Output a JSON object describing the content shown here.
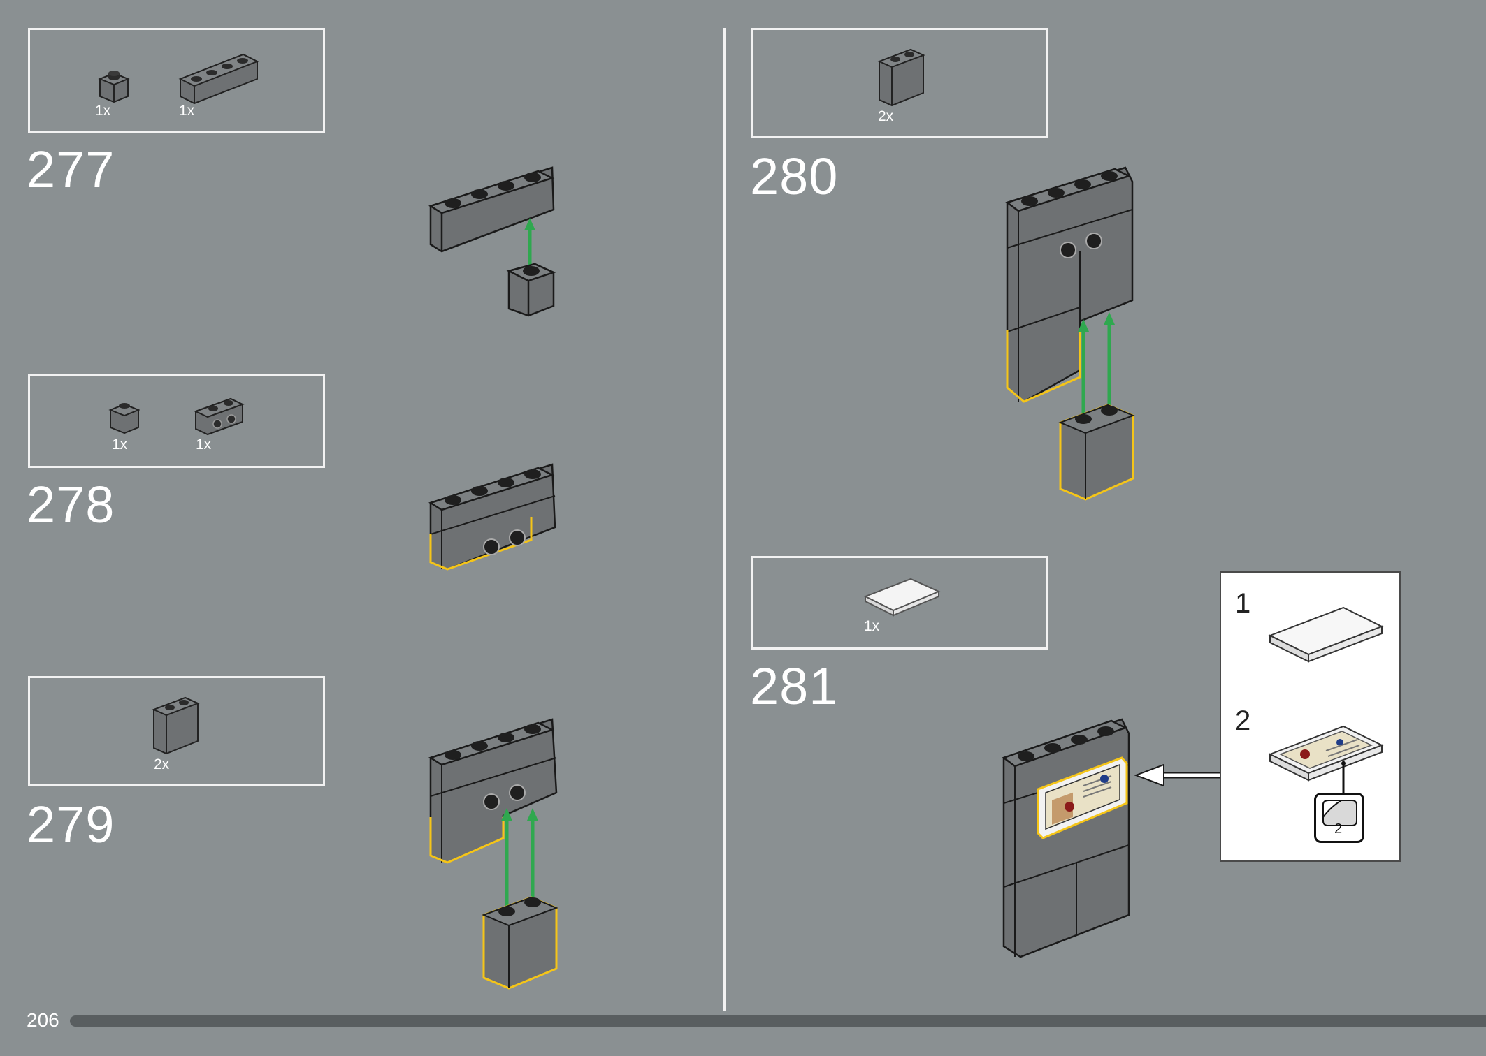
{
  "page": {
    "number": "206"
  },
  "steps": [
    {
      "number": "277",
      "parts": [
        {
          "qty": "1x",
          "part": "brick-1x1"
        },
        {
          "qty": "1x",
          "part": "brick-1x4"
        }
      ]
    },
    {
      "number": "278",
      "parts": [
        {
          "qty": "1x",
          "part": "brick-1x1"
        },
        {
          "qty": "1x",
          "part": "brick-1x2-with-studs-on-side"
        }
      ]
    },
    {
      "number": "279",
      "parts": [
        {
          "qty": "2x",
          "part": "brick-1x2x2"
        }
      ]
    },
    {
      "number": "280",
      "parts": [
        {
          "qty": "2x",
          "part": "brick-1x2x2"
        }
      ]
    },
    {
      "number": "281",
      "parts": [
        {
          "qty": "1x",
          "part": "tile-2x3-white"
        }
      ],
      "sub_steps": [
        {
          "number": "1"
        },
        {
          "number": "2",
          "sticker": "2"
        }
      ]
    }
  ],
  "colors": {
    "background": "#8a9092",
    "brick": "#6e7173",
    "highlight": "#f5c518",
    "arrow": "#2fa84f",
    "progress": "#595e60"
  },
  "icons": [
    "green-up-arrow-icon",
    "white-left-arrow-icon",
    "sticker-icon"
  ]
}
